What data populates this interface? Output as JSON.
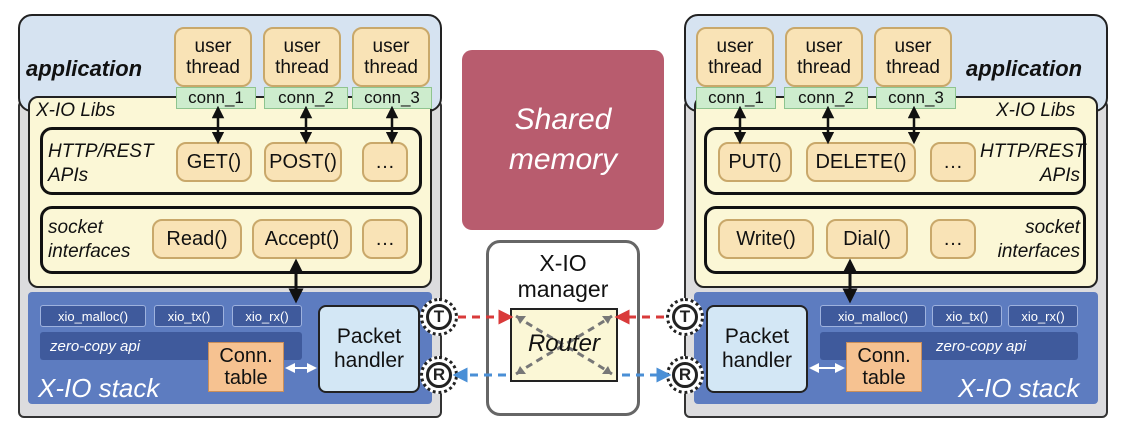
{
  "left": {
    "application_label": "application",
    "threads": [
      {
        "line1": "user",
        "line2": "thread",
        "conn": "conn_1"
      },
      {
        "line1": "user",
        "line2": "thread",
        "conn": "conn_2"
      },
      {
        "line1": "user",
        "line2": "thread",
        "conn": "conn_3"
      }
    ],
    "libs_label": "X-IO Libs",
    "http_label_1": "HTTP/REST",
    "http_label_2": "APIs",
    "http_buttons": [
      "GET()",
      "POST()",
      "…"
    ],
    "socket_label_1": "socket",
    "socket_label_2": "interfaces",
    "socket_buttons": [
      "Read()",
      "Accept()",
      "…"
    ],
    "apis": [
      "xio_malloc()",
      "xio_tx()",
      "xio_rx()"
    ],
    "zero_copy": "zero-copy api",
    "conn_table_1": "Conn.",
    "conn_table_2": "table",
    "packet_1": "Packet",
    "packet_2": "handler",
    "stack_label": "X-IO stack"
  },
  "right": {
    "application_label": "application",
    "threads": [
      {
        "line1": "user",
        "line2": "thread",
        "conn": "conn_1"
      },
      {
        "line1": "user",
        "line2": "thread",
        "conn": "conn_2"
      },
      {
        "line1": "user",
        "line2": "thread",
        "conn": "conn_3"
      }
    ],
    "libs_label": "X-IO Libs",
    "http_label_1": "HTTP/REST",
    "http_label_2": "APIs",
    "http_buttons": [
      "PUT()",
      "DELETE()",
      "…"
    ],
    "socket_label_1": "socket",
    "socket_label_2": "interfaces",
    "socket_buttons": [
      "Write()",
      "Dial()",
      "…"
    ],
    "apis": [
      "xio_malloc()",
      "xio_tx()",
      "xio_rx()"
    ],
    "zero_copy": "zero-copy api",
    "conn_table_1": "Conn.",
    "conn_table_2": "table",
    "packet_1": "Packet",
    "packet_2": "handler",
    "stack_label": "X-IO stack"
  },
  "center": {
    "shared_1": "Shared",
    "shared_2": "memory",
    "manager_1": "X-IO",
    "manager_2": "manager",
    "router": "Router",
    "port_t": "T",
    "port_r": "R"
  },
  "colors": {
    "shared_memory": "#b85c6e",
    "tx_arrow": "#d93a3a",
    "rx_arrow": "#4a8fd6",
    "stack": "#5d7cc0"
  }
}
